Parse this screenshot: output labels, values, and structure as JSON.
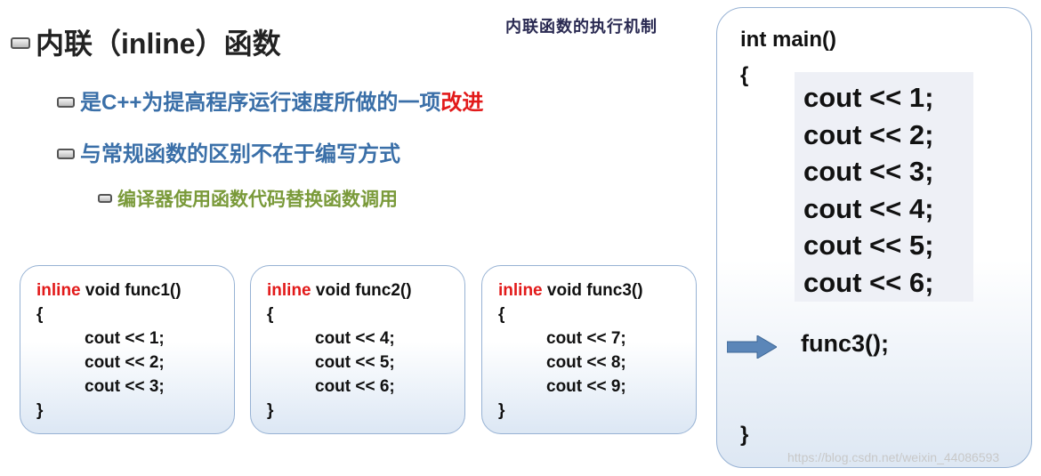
{
  "slide": {
    "title": "内联（inline）函数",
    "mechanism_title": "内联函数的执行机制",
    "bullets": [
      {
        "text": "是C++为提高程序运行速度所做的一项",
        "highlight": "改进"
      },
      {
        "text": "与常规函数的区别不在于编写方式"
      },
      {
        "text": "编译器使用函数代码替换函数调用"
      }
    ],
    "functions": [
      {
        "keyword": "inline",
        "signature": " void func1()",
        "open": "{",
        "statements": [
          "cout << 1;",
          "cout << 2;",
          "cout << 3;"
        ],
        "close": "}"
      },
      {
        "keyword": "inline",
        "signature": " void func2()",
        "open": "{",
        "statements": [
          "cout << 4;",
          "cout << 5;",
          "cout << 6;"
        ],
        "close": "}"
      },
      {
        "keyword": "inline",
        "signature": " void func3()",
        "open": "{",
        "statements": [
          "cout << 7;",
          "cout << 8;",
          "cout << 9;"
        ],
        "close": "}"
      }
    ],
    "main": {
      "signature": "int main()",
      "open": "{",
      "inlined_statements": [
        "cout << 1;",
        "cout << 2;",
        "cout << 3;",
        "cout << 4;",
        "cout << 5;",
        "cout << 6;"
      ],
      "call": "func3();",
      "close": "}",
      "arrow_icon": "right-arrow-icon"
    },
    "colors": {
      "bullet_blue": "#3a6fa8",
      "bullet_green": "#7a9a3a",
      "keyword_red": "#e21a1a",
      "box_border": "#97b2d4",
      "arrow_blue": "#5b86b8"
    },
    "watermark": "https://blog.csdn.net/weixin_44086593"
  }
}
